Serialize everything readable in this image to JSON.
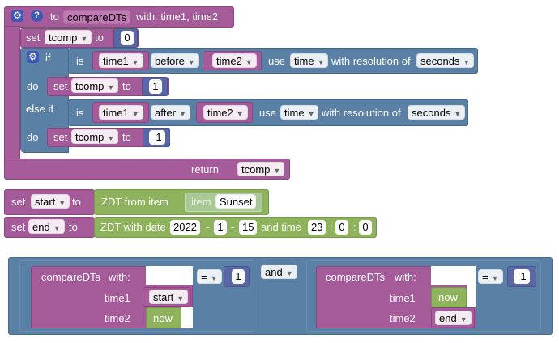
{
  "func": {
    "to_label": "to",
    "name": "compareDTs",
    "params_label": "with: time1, time2",
    "set_label": "set",
    "to_kw": "to",
    "var_tcomp": "tcomp",
    "init_value": "0",
    "if_label": "if",
    "do_label": "do",
    "elseif_label": "else if",
    "is_label": "is",
    "use_label": "use",
    "resolution_label": "with resolution of",
    "cond1": {
      "a": "time1",
      "op": "before",
      "b": "time2",
      "mode": "time",
      "unit": "seconds"
    },
    "cond2": {
      "a": "time1",
      "op": "after",
      "b": "time2",
      "mode": "time",
      "unit": "seconds"
    },
    "do1_value": "1",
    "do2_value": "-1",
    "return_label": "return",
    "return_var": "tcomp"
  },
  "set_start": {
    "set_label": "set",
    "var": "start",
    "to_label": "to",
    "zdt_label": "ZDT from item",
    "item_label": "item",
    "item_name": "Sunset"
  },
  "set_end": {
    "set_label": "set",
    "var": "end",
    "to_label": "to",
    "zdt_label": "ZDT with date",
    "year": "2022",
    "sep1": "-",
    "month": "1",
    "sep2": "-",
    "day": "15",
    "time_label": "and time",
    "hour": "23",
    "c1": ":",
    "minute": "0",
    "c2": ":",
    "second": "0"
  },
  "expr": {
    "and_label": "and",
    "left": {
      "call": "compareDTs",
      "with": "with:",
      "t1_label": "time1",
      "t1_value": "start",
      "t2_label": "time2",
      "t2_value": "now",
      "eq": "=",
      "cmp": "1"
    },
    "right": {
      "call": "compareDTs",
      "with": "with:",
      "t1_label": "time1",
      "t1_value": "now",
      "t2_label": "time2",
      "t2_value": "end",
      "eq": "=",
      "cmp": "-1"
    }
  },
  "colors": {
    "procedure": "#a55b99",
    "logic": "#5b80a5",
    "math": "#5b67a5",
    "openhab": "#8fb35d",
    "icon": "#3e58b5"
  }
}
